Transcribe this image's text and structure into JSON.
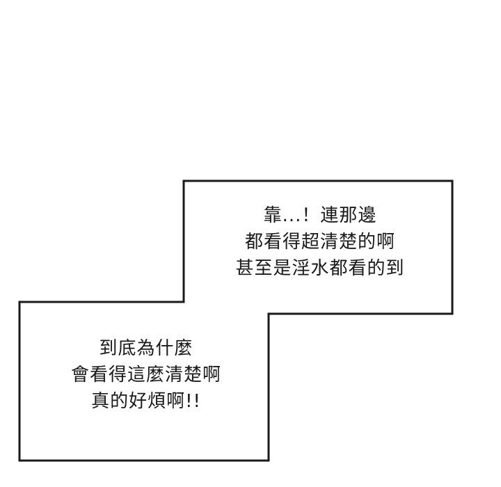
{
  "panel": {
    "background": "#ffffff",
    "border_color": "#1a1a1a"
  },
  "upper_box": {
    "lines": [
      "靠...！連那邊",
      "都看得超清楚的啊",
      "甚至是淫水都看的到"
    ]
  },
  "lower_box": {
    "lines": [
      "到底為什麼",
      "會看得這麼清楚啊",
      "真的好煩啊!!"
    ]
  }
}
